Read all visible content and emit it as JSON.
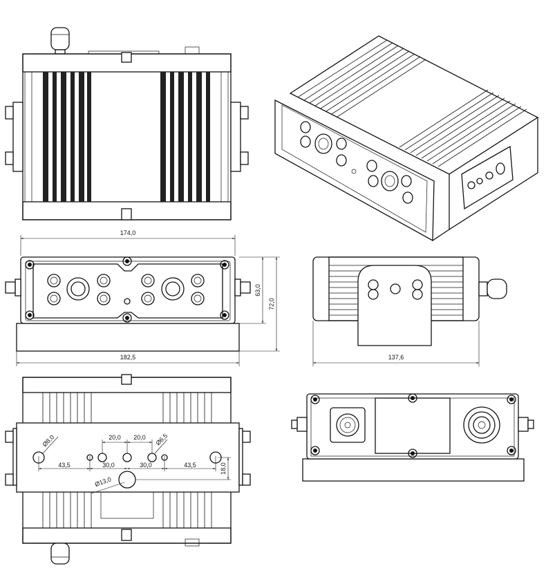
{
  "dimensions": {
    "front_inner_width": "174,0",
    "front_outer_width": "182,5",
    "front_height_inner": "63,0",
    "front_height_outer": "72,0",
    "side_width": "137,6",
    "hole_small_dia": "Ø8,0",
    "hole_spacing_a": "20,0",
    "hole_spacing_b": "20,0",
    "hole_mid_dia": "Ø6,5",
    "offset_left": "43,5",
    "offset_mid_left": "30,0",
    "offset_mid_right": "30,0",
    "offset_right": "43,5",
    "hole_large_dia": "Ø13,0",
    "vertical_offset": "18,0"
  }
}
